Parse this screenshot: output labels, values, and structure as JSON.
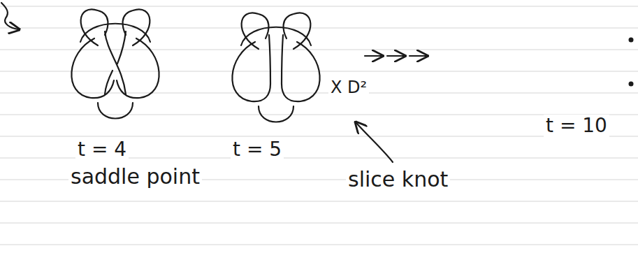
{
  "diagram": {
    "labels": [
      "t = 4",
      "saddle point",
      "t = 5",
      "X D²",
      "slice knot",
      "t = 10"
    ]
  }
}
